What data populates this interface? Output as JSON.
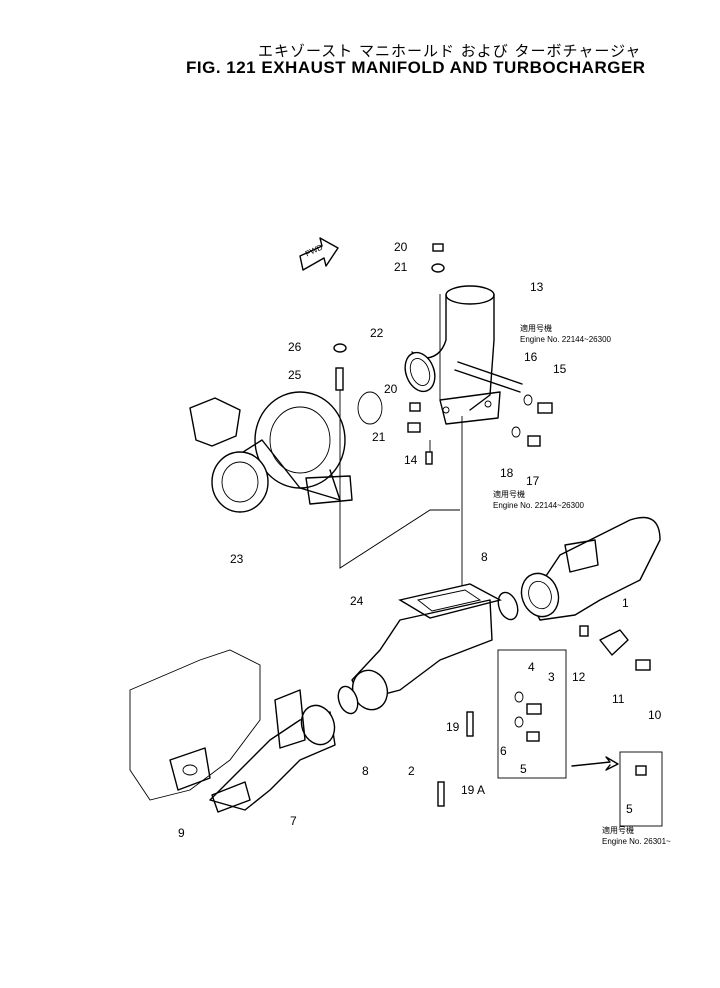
{
  "title": {
    "japanese": "エキゾースト マニホールド および ターボチャージャ",
    "english": "FIG. 121  EXHAUST MANIFOLD AND TURBOCHARGER"
  },
  "fwd_label": "FWD",
  "part_labels": {
    "p1": "1",
    "p2": "2",
    "p3": "3",
    "p4": "4",
    "p5": "5",
    "p5b": "5",
    "p6": "6",
    "p7": "7",
    "p8a": "8",
    "p8b": "8",
    "p9": "9",
    "p10": "10",
    "p11": "11",
    "p12": "12",
    "p13": "13",
    "p14": "14",
    "p15": "15",
    "p16": "16",
    "p17": "17",
    "p18": "18",
    "p19": "19",
    "p19a": "19 A",
    "p20a": "20",
    "p20b": "20",
    "p21a": "21",
    "p21b": "21",
    "p22": "22",
    "p23": "23",
    "p24": "24",
    "p25": "25",
    "p26": "26"
  },
  "notes": {
    "n1_jp": "適用号機",
    "n1_en": "Engine No. 22144~26300",
    "n2_jp": "適用号機",
    "n2_en": "Engine No. 22144~26300",
    "n3_jp": "適用号機",
    "n3_en": "Engine No. 26301~"
  }
}
